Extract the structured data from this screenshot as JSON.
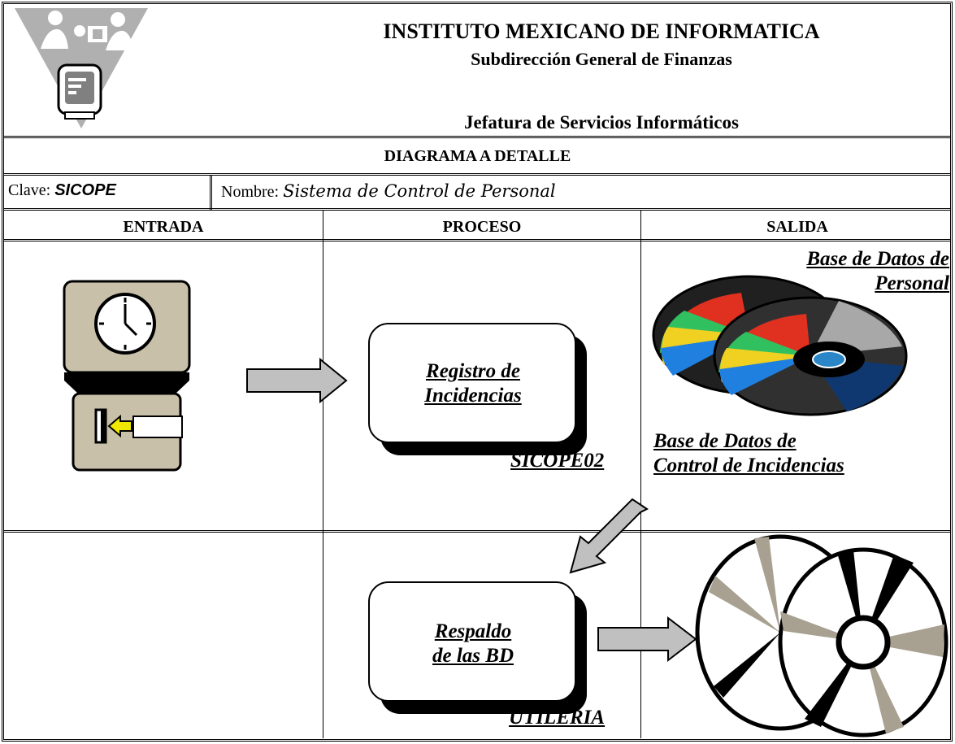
{
  "header": {
    "institute": "INSTITUTO MEXICANO DE INFORMATICA",
    "subdirection": "Subdirección General de Finanzas",
    "department": "Jefatura de Servicios Informáticos"
  },
  "section_title": "DIAGRAMA A DETALLE",
  "identity": {
    "clave_label": "Clave:",
    "clave_value": "SICOPE",
    "nombre_label": "Nombre:",
    "nombre_value": "Sistema de Control de Personal"
  },
  "columns": [
    "ENTRADA",
    "PROCESO",
    "SALIDA"
  ],
  "row1": {
    "process_line1": "Registro de",
    "process_line2": "Incidencias",
    "program": "SICOPE02",
    "output_a_line1": "Base de Datos de",
    "output_a_line2": "Personal",
    "output_b_line1": "Base de Datos de",
    "output_b_line2": "Control de Incidencias"
  },
  "row2": {
    "process_line1": "Respaldo",
    "process_line2": "de las BD",
    "program": "UTILERIA"
  },
  "colors": {
    "clock_body": "#c8c0a8",
    "arrow_fill": "#c0c0c0",
    "logo_triangle": "#b0b0b0"
  },
  "icons": [
    "logo-people-computer-icon",
    "time-clock-icon",
    "database-disks-icon",
    "backup-disks-icon"
  ]
}
